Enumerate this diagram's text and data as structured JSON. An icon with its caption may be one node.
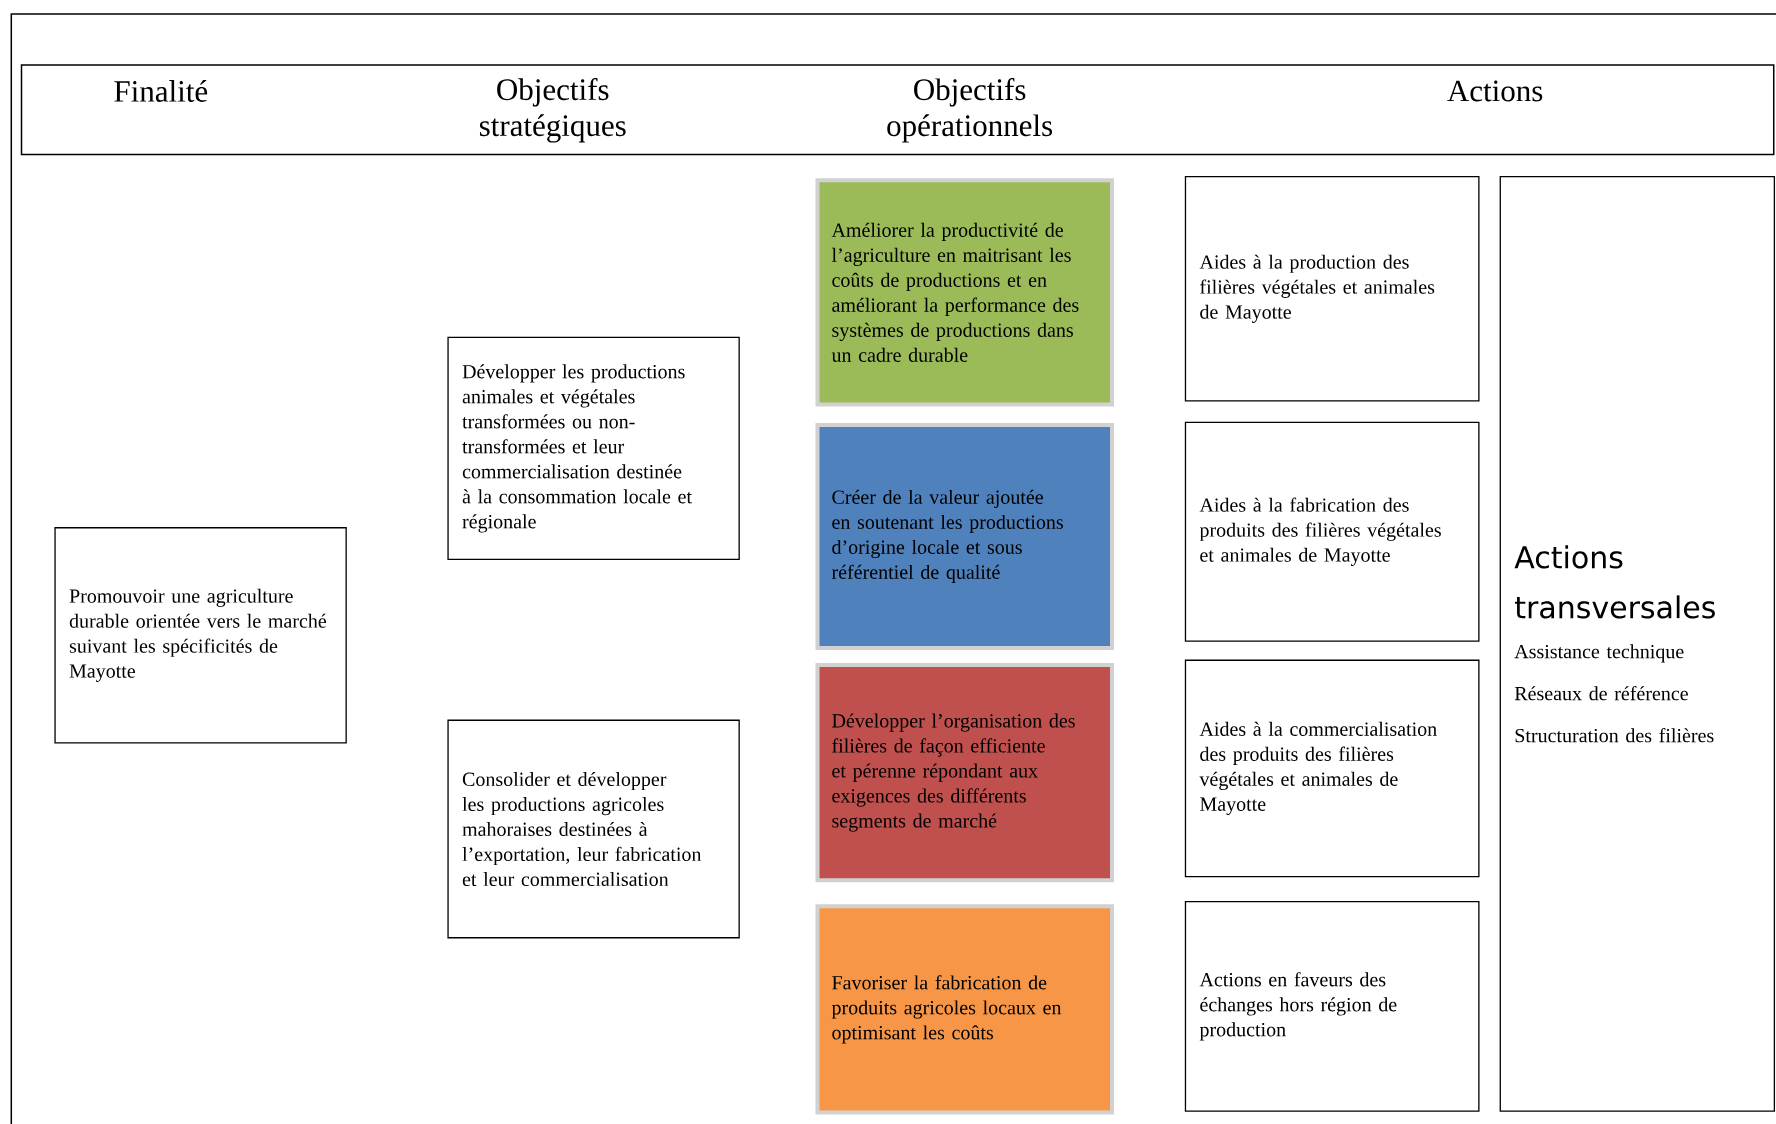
{
  "diagram": {
    "nodes": [
      {
        "text": [
          "Finalité",
          "Objectifs stratégiques",
          "Objectifs opérationnels",
          "Actions"
        ]
      },
      {
        "text": [
          "Promouvoir une agriculture durable orientée vers le marché suivant les spécificités de Mayotte"
        ]
      },
      {
        "text": [
          "Développer les productions animales et végétales transformées ou non-transformées et leur commercialisation destinée à la consommation locale et régionale"
        ]
      },
      {
        "text": [
          "Consolider et développer les productions agricoles mahoraises destinées à l’exportation, leur fabrication et leur commercialisation"
        ]
      },
      {
        "text": [
          "Améliorer la productivité de l’agriculture en maitrisant les coûts de productions et en améliorant la performance des systèmes de productions dans un cadre durable"
        ]
      },
      {
        "text": [
          "Créer de la valeur ajoutée en soutenant les productions d’origine locale et sous référentiel de qualité"
        ]
      },
      {
        "text": [
          "Développer l’organisation des filières de façon efficiente et pérenne répondant aux exigences des différents segments de marché"
        ]
      },
      {
        "text": [
          "Favoriser la fabrication de produits agricoles locaux en optimisant les coûts"
        ]
      },
      {
        "text": [
          "Aides à la production des filières végétales et animales de Mayotte"
        ]
      },
      {
        "text": [
          "Aides à la fabrication des produits des filières végétales et animales de Mayotte"
        ]
      },
      {
        "text": [
          "Aides à la commercialisation des produits des filières végétales et animales de Mayotte"
        ]
      },
      {
        "text": [
          "Actions en faveurs des échanges hors région de production"
        ]
      },
      {
        "text": [
          "Actions transversales",
          "Assistance technique",
          "Réseaux de référence",
          "Structuration des filières"
        ]
      }
    ]
  }
}
